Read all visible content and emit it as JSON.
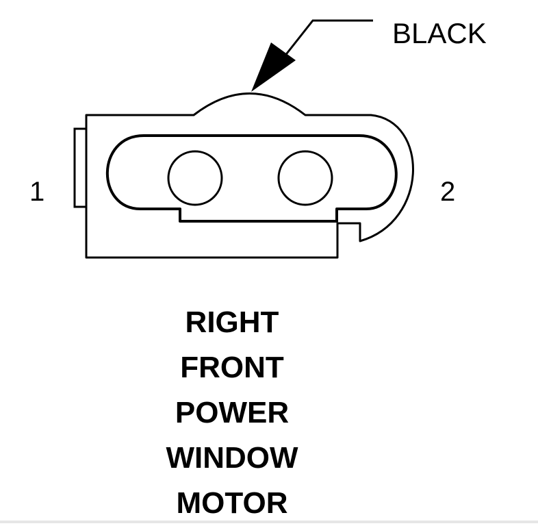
{
  "connector": {
    "color_label": "BLACK",
    "pins": [
      {
        "number": "1"
      },
      {
        "number": "2"
      }
    ]
  },
  "title": {
    "lines": [
      "RIGHT",
      "FRONT",
      "POWER",
      "WINDOW",
      "MOTOR"
    ]
  },
  "colors": {
    "line": "#000000",
    "background": "#ffffff"
  }
}
